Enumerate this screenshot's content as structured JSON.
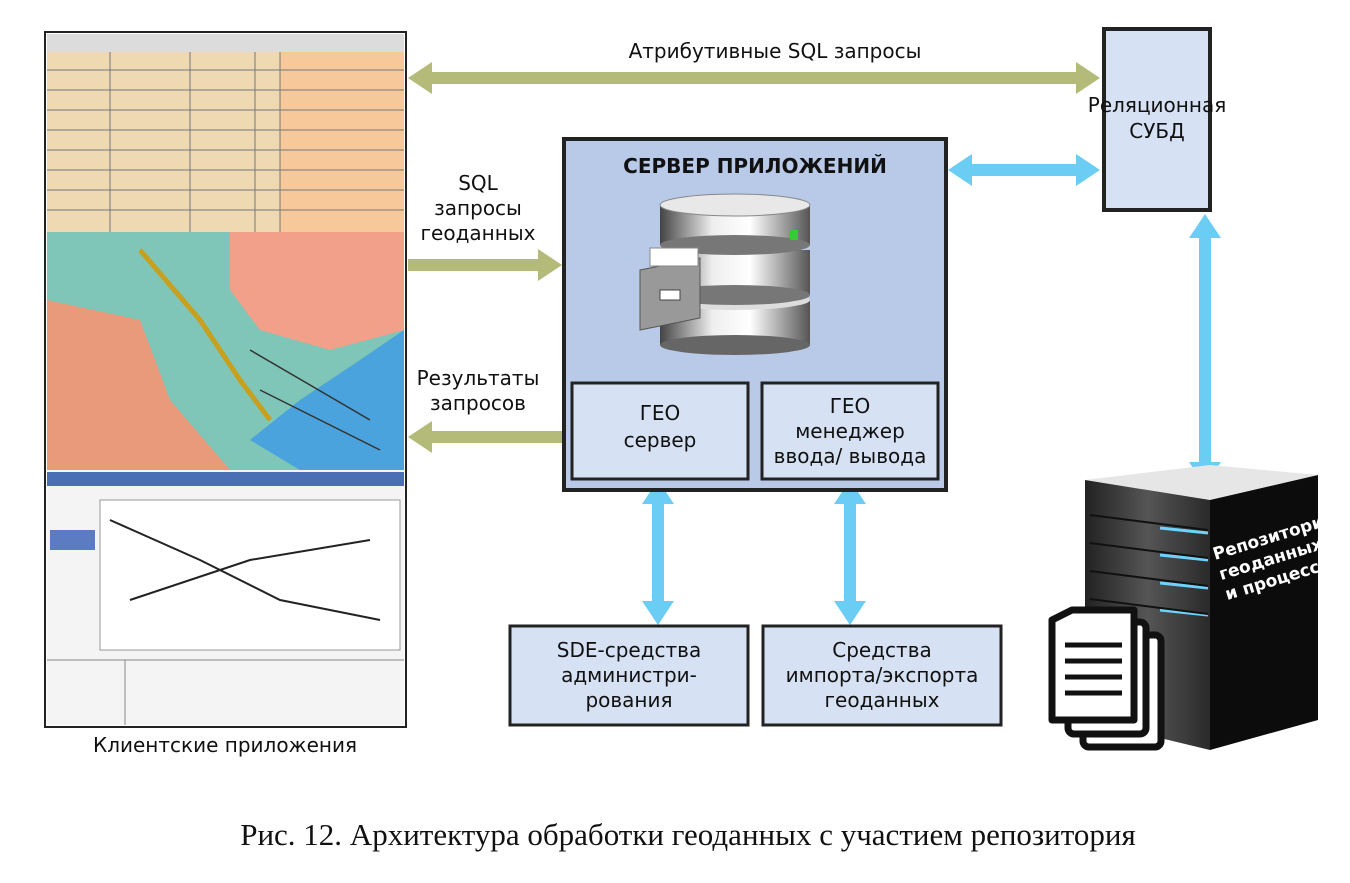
{
  "diagram": {
    "client_apps_label": "Клиентские приложения",
    "attr_sql_label": "Атрибутивные SQL запросы",
    "sql_geo_label": [
      "SQL",
      "запросы",
      "геоданных"
    ],
    "results_label": [
      "Результаты",
      "запросов"
    ],
    "rdbms": [
      "Реляционная",
      "СУБД"
    ],
    "app_server_title": "СЕРВЕР ПРИЛОЖЕНИЙ",
    "geo_server": [
      "ГЕО",
      "сервер"
    ],
    "geo_io_manager": [
      "ГЕО",
      "менеджер",
      "ввода/ вывода"
    ],
    "sde_admin": [
      "SDE-средства",
      "администри-",
      "рования"
    ],
    "import_export": [
      "Средства",
      "импорта/экспорта",
      "геоданных"
    ],
    "repository": [
      "Репозиторий",
      "геоданных",
      "и процессов"
    ],
    "caption": "Рис. 12. Архитектура обработки геоданных с участием репозитория"
  },
  "colors": {
    "olive_arrow": "#b4bb78",
    "blue_arrow": "#6ccdf4",
    "server_box": "#b9cae8",
    "inner_box": "#d6e1f3"
  }
}
